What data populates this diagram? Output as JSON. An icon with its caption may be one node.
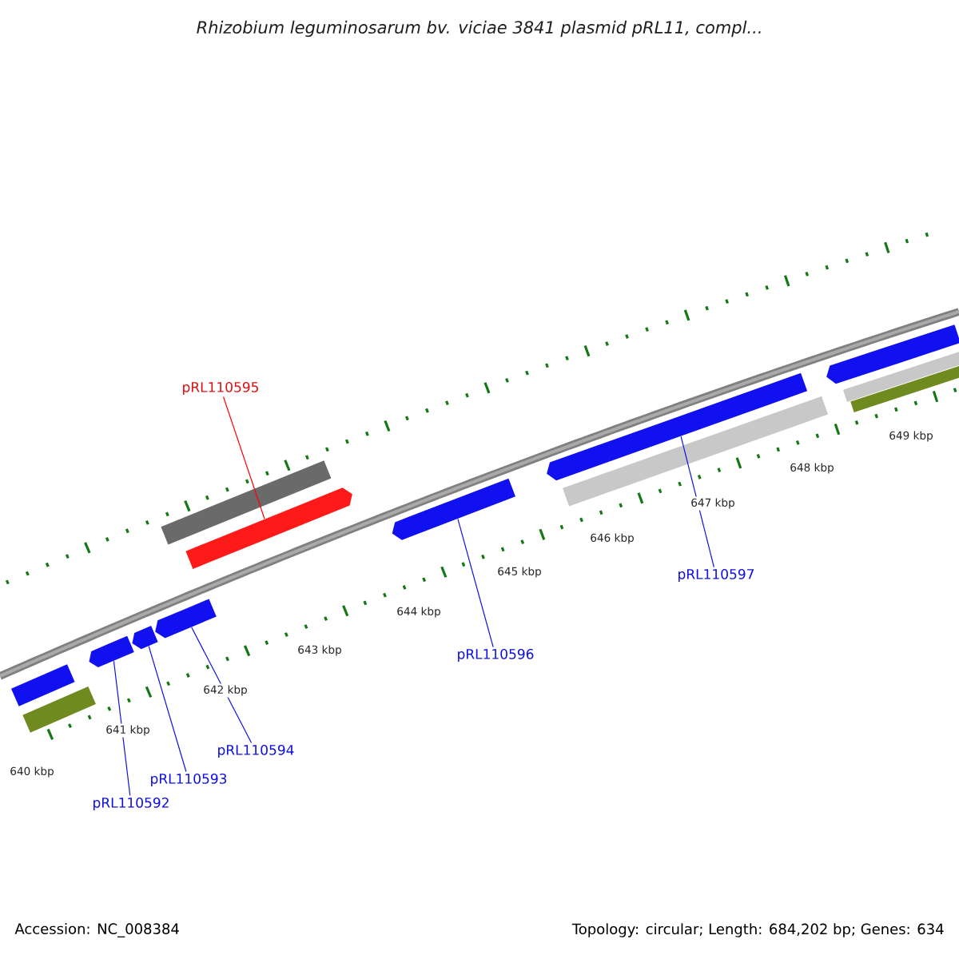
{
  "diagram": {
    "title": "Rhizobium leguminosarum bv. viciae 3841 plasmid pRL11, compl...",
    "nodes": [
      {
        "text": [
          "pRL110595"
        ]
      },
      {
        "text": [],
        "shape": "bar"
      },
      {
        "text": [],
        "shape": "arrow"
      },
      {
        "text": [],
        "shape": "bar"
      },
      {
        "text": [],
        "shape": "bar"
      },
      {
        "text": [],
        "shape": "arrow"
      },
      {
        "text": [],
        "shape": "arrow"
      },
      {
        "text": [],
        "shape": "arrow"
      },
      {
        "text": [],
        "shape": "arrow"
      },
      {
        "text": [],
        "shape": "arrow"
      },
      {
        "text": [],
        "shape": "bar"
      },
      {
        "text": [],
        "shape": "arrow"
      },
      {
        "text": [],
        "shape": "bar"
      },
      {
        "text": [],
        "shape": "bar"
      },
      {
        "text": [
          "pRL110596"
        ]
      },
      {
        "text": [
          "pRL110597"
        ]
      },
      {
        "text": [
          "pRL110594"
        ]
      },
      {
        "text": [
          "pRL110593"
        ]
      },
      {
        "text": [
          "pRL110592"
        ]
      }
    ],
    "edges": [
      {
        "from": 0,
        "to": 2,
        "arrow": "none",
        "color": "#ff0000"
      },
      {
        "from": 14,
        "to": 8,
        "arrow": "none"
      },
      {
        "from": 15,
        "to": 9,
        "arrow": "none"
      },
      {
        "from": 16,
        "to": 7,
        "arrow": "none"
      },
      {
        "from": 17,
        "to": 6,
        "arrow": "none"
      },
      {
        "from": 18,
        "to": 5,
        "arrow": "none"
      }
    ],
    "labels": [
      "640 kbp",
      "641 kbp",
      "642 kbp",
      "643 kbp",
      "644 kbp",
      "645 kbp",
      "646 kbp",
      "647 kbp",
      "648 kbp",
      "649 kbp",
      "Accession: NC_008384",
      "Topology: circular; Length: 684,202 bp; Genes: 634"
    ]
  }
}
